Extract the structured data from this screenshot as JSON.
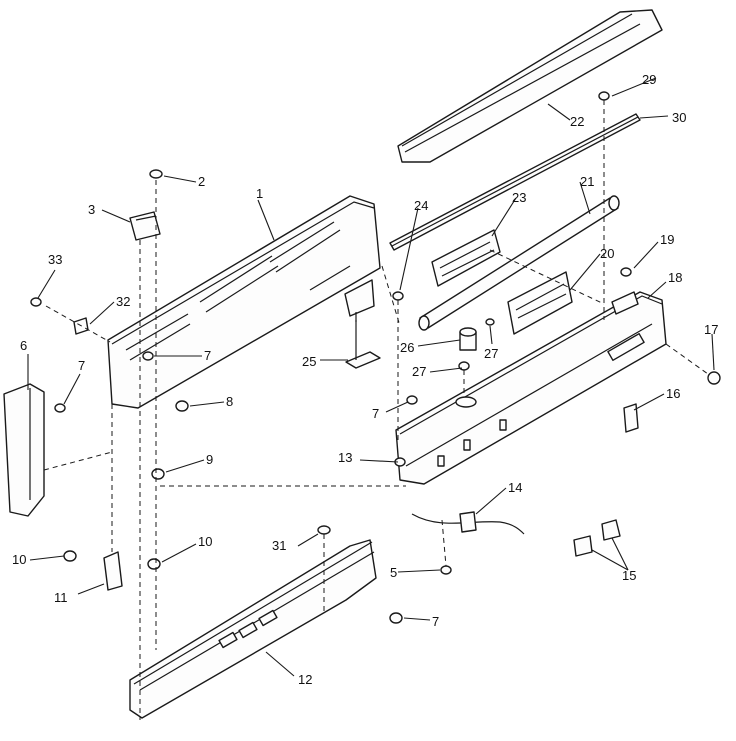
{
  "callouts": [
    {
      "id": "c1",
      "text": "1"
    },
    {
      "id": "c2",
      "text": "2"
    },
    {
      "id": "c3",
      "text": "3"
    },
    {
      "id": "c5",
      "text": "5"
    },
    {
      "id": "c6",
      "text": "6"
    },
    {
      "id": "c7a",
      "text": "7"
    },
    {
      "id": "c7b",
      "text": "7"
    },
    {
      "id": "c7c",
      "text": "7"
    },
    {
      "id": "c7d",
      "text": "7"
    },
    {
      "id": "c8",
      "text": "8"
    },
    {
      "id": "c9",
      "text": "9"
    },
    {
      "id": "c10a",
      "text": "10"
    },
    {
      "id": "c10b",
      "text": "10"
    },
    {
      "id": "c11",
      "text": "11"
    },
    {
      "id": "c12",
      "text": "12"
    },
    {
      "id": "c13",
      "text": "13"
    },
    {
      "id": "c14",
      "text": "14"
    },
    {
      "id": "c15",
      "text": "15"
    },
    {
      "id": "c16",
      "text": "16"
    },
    {
      "id": "c17",
      "text": "17"
    },
    {
      "id": "c18",
      "text": "18"
    },
    {
      "id": "c19",
      "text": "19"
    },
    {
      "id": "c20",
      "text": "20"
    },
    {
      "id": "c21",
      "text": "21"
    },
    {
      "id": "c22",
      "text": "22"
    },
    {
      "id": "c23",
      "text": "23"
    },
    {
      "id": "c24",
      "text": "24"
    },
    {
      "id": "c25",
      "text": "25"
    },
    {
      "id": "c26",
      "text": "26"
    },
    {
      "id": "c27a",
      "text": "27"
    },
    {
      "id": "c27b",
      "text": "27"
    },
    {
      "id": "c29",
      "text": "29"
    },
    {
      "id": "c30",
      "text": "30"
    },
    {
      "id": "c31",
      "text": "31"
    },
    {
      "id": "c32",
      "text": "32"
    },
    {
      "id": "c33",
      "text": "33"
    }
  ]
}
